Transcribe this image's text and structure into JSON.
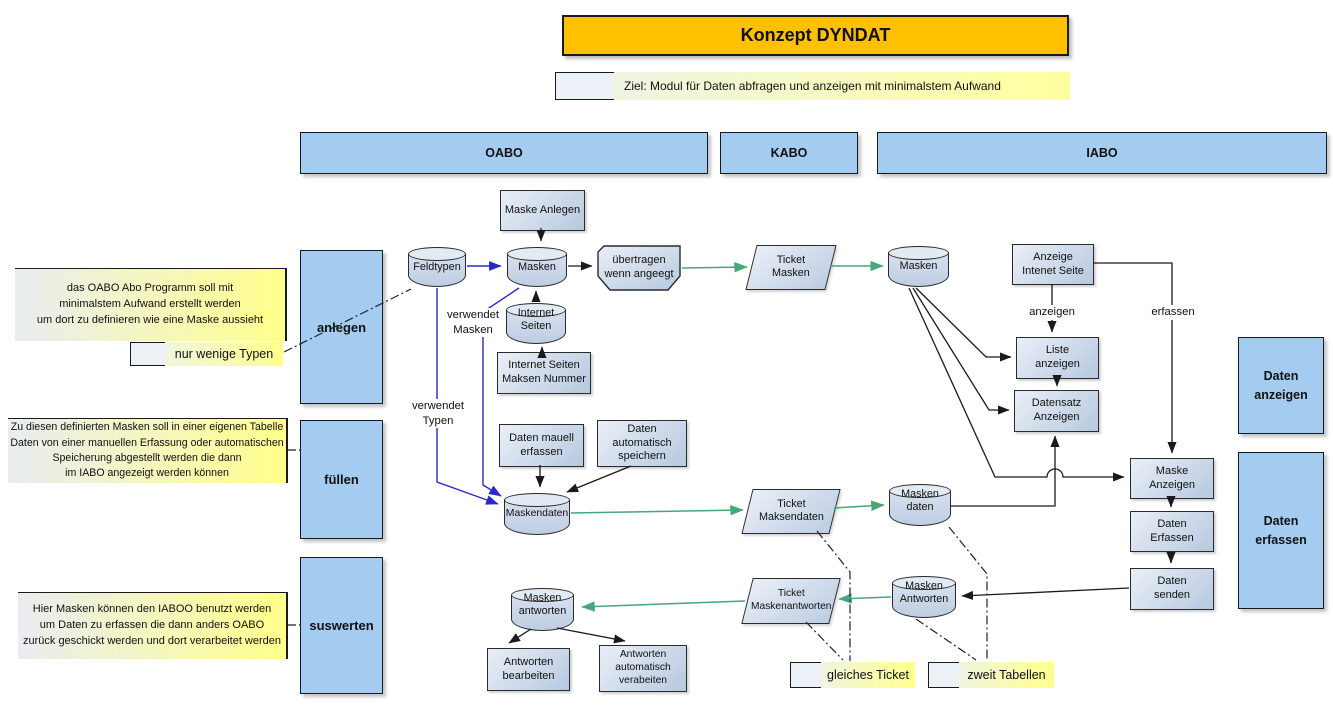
{
  "title": "Konzept DYNDAT",
  "goal": "Ziel: Modul für Daten abfragen und anzeigen mit minimalstem Aufwand",
  "columns": {
    "oabo": "OABO",
    "kabo": "KABO",
    "iabo": "IABO"
  },
  "phases": {
    "anlegen": "anlegen",
    "fuellen": "füllen",
    "auswerten": "suswerten"
  },
  "side_boxes": {
    "daten_anzeigen": "Daten\nanzeigen",
    "daten_erfassen": "Daten\nerfassen"
  },
  "notes": {
    "oabo_note": "das OABO Abo Programm soll mit\nminimalstem Aufwand erstellt werden\num dort zu definieren wie eine Maske aussieht",
    "few_types": "nur wenige Typen",
    "fuellen_note": "Zu diesen definierten Masken soll in einer eigenen Tabelle\nDaten von einer manuellen Erfassung oder automatischen\nSpeicherung abgestellt werden die dann\nim IABO angezeigt werden können",
    "auswerten_note": "Hier Masken können den IABOO benutzt werden\num Daten zu erfassen die dann anders OABO\nzurück geschickt werden und dort verarbeitet werden",
    "same_ticket": "gleiches Ticket",
    "two_tables": "zweit Tabellen"
  },
  "nodes": {
    "maske_anlegen": "Maske Anlegen",
    "feldtypen": "Feldtypen",
    "masken_oabo": "Masken",
    "uebertragen": "übertragen\nwenn angeegt",
    "internet_seiten": "Internet\nSeiten",
    "internet_seiten_nummer": "Internet Seiten\nMaksen Nummer",
    "daten_manuell_erfassen": "Daten mauell\nerfassen",
    "daten_automatisch_speichern": "Daten automatisch\nspeichern",
    "maskendaten": "Maskendaten",
    "masken_antworten_oabo": "Masken\nantworten",
    "antworten_bearbeiten": "Antworten\nbearbeiten",
    "antworten_automatisch": "Antworten\nautomatisch\nverabeiten",
    "ticket_masken": "Ticket\nMasken",
    "ticket_maskendaten": "Ticket\nMaksendaten",
    "ticket_maskenantworten": "Ticket\nMaskenantworten",
    "masken_iabo": "Masken",
    "masken_daten_iabo": "Masken\ndaten",
    "masken_antworten_iabo": "Masken\nAntworten",
    "anzeige_internet_seite": "Anzeige\nIntenet Seite",
    "liste_anzeigen": "Liste\nanzeigen",
    "datensatz_anzeigen": "Datensatz\nAnzeigen",
    "maske_anzeigen": "Maske\nAnzeigen",
    "daten_erfassen_step": "Daten\nErfassen",
    "daten_senden": "Daten\nsenden"
  },
  "edge_labels": {
    "verwendet_masken": "verwendet\nMasken",
    "verwendet_typen": "verwendet\nTypen",
    "anzeigen": "anzeigen",
    "erfassen": "erfassen"
  },
  "colors": {
    "title_bg": "#FFC000",
    "column_bg": "#A4CBF0",
    "shape_fill": "#C9D7E8",
    "note_yellow": "#FFFF8C",
    "arrow_black": "#1a1a1a",
    "arrow_blue": "#2929C8",
    "arrow_green": "#44A878"
  }
}
